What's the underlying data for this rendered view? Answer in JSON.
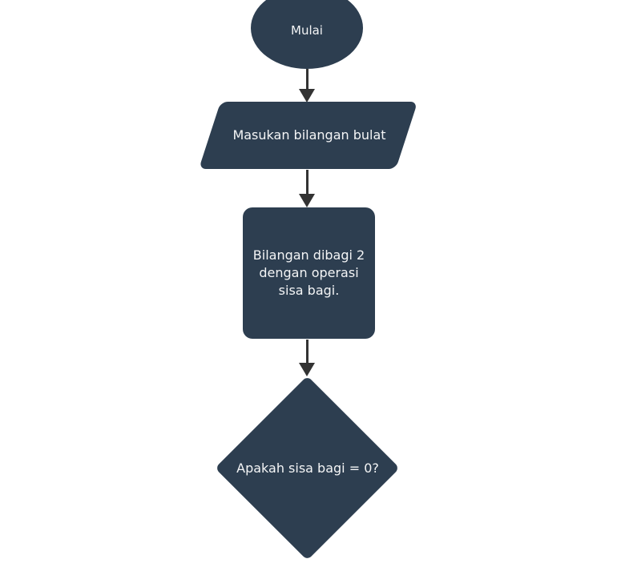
{
  "flowchart": {
    "colors": {
      "background": "#ffffff",
      "shape_fill": "#2d3e50",
      "text": "#f4f5f6",
      "arrow": "#333333"
    },
    "nodes": {
      "start": {
        "type": "terminator",
        "label": "Mulai"
      },
      "input": {
        "type": "parallelogram",
        "label": "Masukan bilangan bulat"
      },
      "process": {
        "type": "process",
        "label": "Bilangan dibagi 2\ndengan operasi\nsisa bagi."
      },
      "decision": {
        "type": "decision",
        "label": "Apakah sisa bagi = 0?"
      }
    },
    "edges": [
      {
        "from": "start",
        "to": "input"
      },
      {
        "from": "input",
        "to": "process"
      },
      {
        "from": "process",
        "to": "decision"
      }
    ]
  }
}
